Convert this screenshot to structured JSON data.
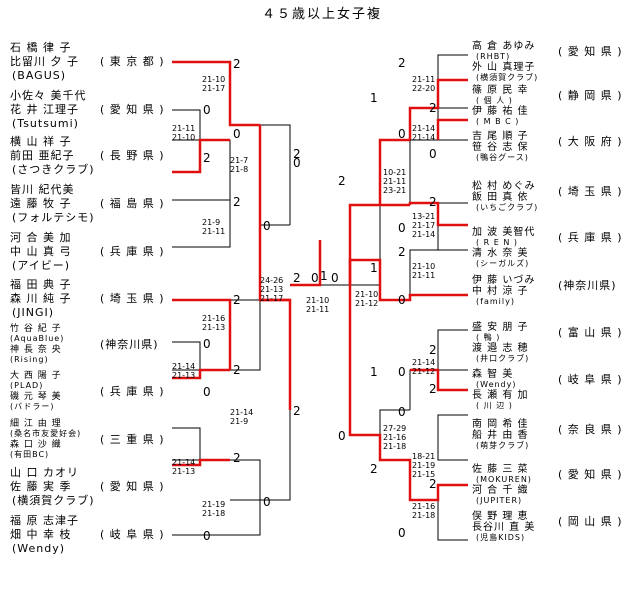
{
  "title": "４５歳以上女子複",
  "left_teams": [
    {
      "p1": "石 橋  律 子",
      "p2": "比留川 夕 子",
      "club": "(BAGUS)",
      "pref": "( 東 京 都 )"
    },
    {
      "p1": "小佐々 美千代",
      "p2": "花 井  江理子",
      "club": "(Tsutsumi)",
      "pref": "( 愛 知 県 )"
    },
    {
      "p1": "横 山  祥 子",
      "p2": "前田 亜紀子",
      "club": "(さつきクラブ)",
      "pref": "( 長 野 県 )"
    },
    {
      "p1": "皆川 紀代美",
      "p2": "遠 藤  牧 子",
      "club": "(フォルテシモ)",
      "pref": "( 福 島 県 )"
    },
    {
      "p1": "河 合  美 加",
      "p2": "中 山  真 弓",
      "club": "(アイビー)",
      "pref": "( 兵 庫 県 )"
    },
    {
      "p1": "福 田  典 子",
      "p2": "森 川  純 子",
      "club": "(JINGI)",
      "pref": "( 埼 玉 県 )"
    },
    {
      "p1": "竹 谷  紀 子",
      "p2": "神 長  奈 央",
      "club": "(AquaBlue)",
      "club2": "(Rising)",
      "pref": "(神奈川県)"
    },
    {
      "p1": "大 西  陽 子",
      "p2": "磯 元  琴 美",
      "club": "(PLAD)",
      "club2": "(バドラー)",
      "pref": "( 兵 庫 県 )"
    },
    {
      "p1": "細 江  由 理",
      "p2": "森 口  沙 織",
      "club": "(桑名市友愛好会)",
      "club2": "(有田BC)",
      "pref": "( 三 重 県 )"
    },
    {
      "p1": "山 口  カオリ",
      "p2": "佐 藤  実 季",
      "club": "(横須賀クラブ)",
      "pref": "( 愛 知 県 )"
    },
    {
      "p1": "福 原  志津子",
      "p2": "畑 中  幸 枝",
      "club": "(Wendy)",
      "pref": "( 岐 阜 県 )"
    }
  ],
  "right_teams": [
    {
      "p1": "高 倉  あゆみ",
      "c1": "(RHBT)",
      "p2": "外 山  真理子",
      "c2": "(横須賀クラブ)",
      "pref": "( 愛 知 県 )"
    },
    {
      "p1": "篠 原  民 幸",
      "c1": "( 個 人 )",
      "p2": "伊 藤  祐 佳",
      "c2": "( M B C )",
      "pref": "( 静 岡 県 )"
    },
    {
      "p1": "吉 尾  順 子",
      "p2": "笹 谷  志 保",
      "c2": "(鴨谷グース)",
      "pref": "( 大 阪 府 )"
    },
    {
      "p1": "松 村  めぐみ",
      "p2": "飯 田  真 依",
      "c2": "(いちごクラブ)",
      "pref": "( 埼 玉 県 )"
    },
    {
      "p1": "加 波  美智代",
      "c1": "( R E N )",
      "p2": "清 水  奈 美",
      "c2": "(シーガルズ)",
      "pref": "( 兵 庫 県 )"
    },
    {
      "p1": "伊 藤  いづみ",
      "p2": "中 村  涼 子",
      "c2": "(family)",
      "pref": "(神奈川県)"
    },
    {
      "p1": "盛 安  朋 子",
      "c1": "( 鴨 )",
      "p2": "渡 邉  志 穂",
      "c2": "(井口クラブ)",
      "pref": "( 富 山 県 )"
    },
    {
      "p1": "森  智 美",
      "c1": "(Wendy)",
      "p2": "長 瀬  有 加",
      "c2": "( 川 辺 )",
      "pref": "( 岐 阜 県 )"
    },
    {
      "p1": "南 岡  希 佳",
      "p2": "船 井  由 香",
      "c2": "(萌芽クラブ)",
      "pref": "( 奈 良 県 )"
    },
    {
      "p1": "佐 藤  三 菜",
      "c1": "(MOKUREN)",
      "p2": "河 合  千 織",
      "c2": "(JUPITER)",
      "pref": "( 愛 知 県 )"
    },
    {
      "p1": "俣 野  理 恵",
      "p2": "長谷川 直 美",
      "c2": "(児島KIDS)",
      "pref": "( 岡 山 県 )"
    }
  ],
  "scores": [
    {
      "t": "2",
      "c": "l"
    },
    {
      "t": "0",
      "c": "l"
    },
    {
      "t": "0",
      "c": "l"
    },
    {
      "t": "2",
      "c": "l"
    },
    {
      "t": "2",
      "c": "l"
    },
    {
      "t": "0",
      "c": "l"
    },
    {
      "t": "2",
      "c": "l"
    },
    {
      "t": "0",
      "c": "l"
    },
    {
      "t": "2",
      "c": "l"
    },
    {
      "t": "0",
      "c": "l"
    },
    {
      "t": "2",
      "c": "l"
    },
    {
      "t": "0",
      "c": "l"
    },
    {
      "t": "0",
      "c": "l"
    },
    {
      "t": "2",
      "c": "l"
    },
    {
      "t": "0",
      "c": "l"
    },
    {
      "t": "2",
      "c": "l"
    },
    {
      "t": "2",
      "c": "l"
    },
    {
      "t": "0",
      "c": "l"
    },
    {
      "t": "1",
      "c": "l"
    },
    {
      "t": "0",
      "c": "l"
    },
    {
      "t": "2",
      "c": "l"
    },
    {
      "t": "0",
      "c": "l"
    },
    {
      "t": "2",
      "c": "r"
    },
    {
      "t": "1",
      "c": "r"
    },
    {
      "t": "2",
      "c": "r"
    },
    {
      "t": "0",
      "c": "r"
    },
    {
      "t": "0",
      "c": "r"
    },
    {
      "t": "2",
      "c": "r"
    },
    {
      "t": "2",
      "c": "r"
    },
    {
      "t": "0",
      "c": "r"
    },
    {
      "t": "2",
      "c": "r"
    },
    {
      "t": "1",
      "c": "r"
    },
    {
      "t": "0",
      "c": "r"
    },
    {
      "t": "2",
      "c": "r"
    },
    {
      "t": "0",
      "c": "r"
    },
    {
      "t": "1",
      "c": "r"
    },
    {
      "t": "2",
      "c": "r"
    },
    {
      "t": "0",
      "c": "r"
    },
    {
      "t": "0",
      "c": "r"
    },
    {
      "t": "2",
      "c": "r"
    },
    {
      "t": "2",
      "c": "r"
    },
    {
      "t": "0",
      "c": "r"
    },
    {
      "t": "2",
      "c": "r"
    },
    {
      "t": "0",
      "c": "r"
    }
  ],
  "game_scores": [
    "21-10\n21-17",
    "21-11\n21-10",
    "21-7\n21-8",
    "21-9\n21-11",
    "21-16\n21-13",
    "21-14\n21-13",
    "21-14\n21-9",
    "21-14\n21-13",
    "21-19\n21-18",
    "24-26\n21-13\n21-17",
    "21-10\n21-11",
    "21-10\n21-12",
    "21-11\n22-20",
    "21-14\n21-14",
    "10-21\n21-11\n23-21",
    "13-21\n21-17\n21-14",
    "21-10\n21-11",
    "21-14\n21-12",
    "27-29\n21-16\n21-18",
    "18-21\n21-19\n21-15",
    "21-16\n21-18"
  ]
}
